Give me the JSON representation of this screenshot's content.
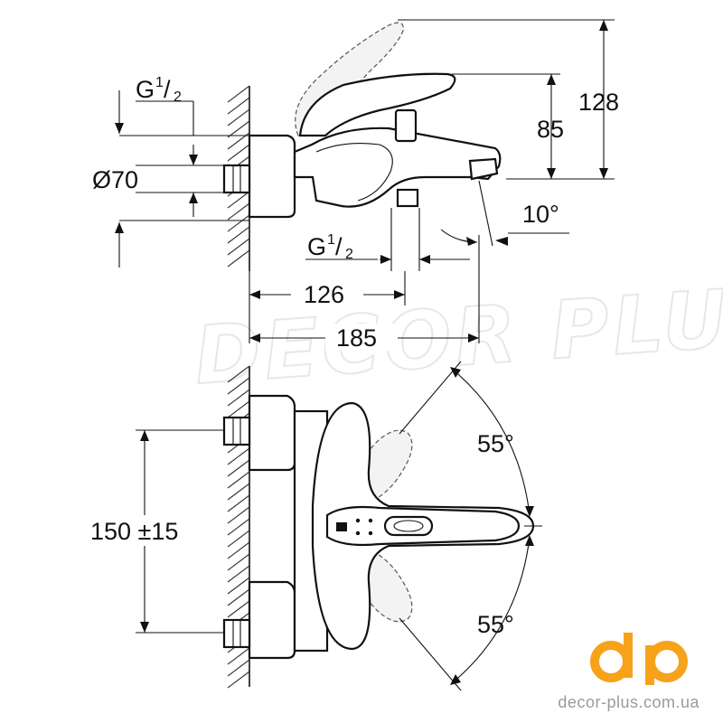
{
  "side_view": {
    "inlet_thread": {
      "label": "G",
      "num": "1",
      "den": "2"
    },
    "outlet_thread": {
      "label": "G",
      "num": "1",
      "den": "2"
    },
    "diameter": "Ø70",
    "height_total": "128",
    "height_spout": "85",
    "angle": "10°",
    "depth_outlet": "126",
    "depth_total": "185"
  },
  "front_view": {
    "center_distance": "150 ±15",
    "angle_up": "55°",
    "angle_down": "55°"
  },
  "watermark": "DECOR PLUS",
  "brand": {
    "logo": "dp",
    "url": "decor-plus.com.ua",
    "color": "#f7a21b"
  }
}
